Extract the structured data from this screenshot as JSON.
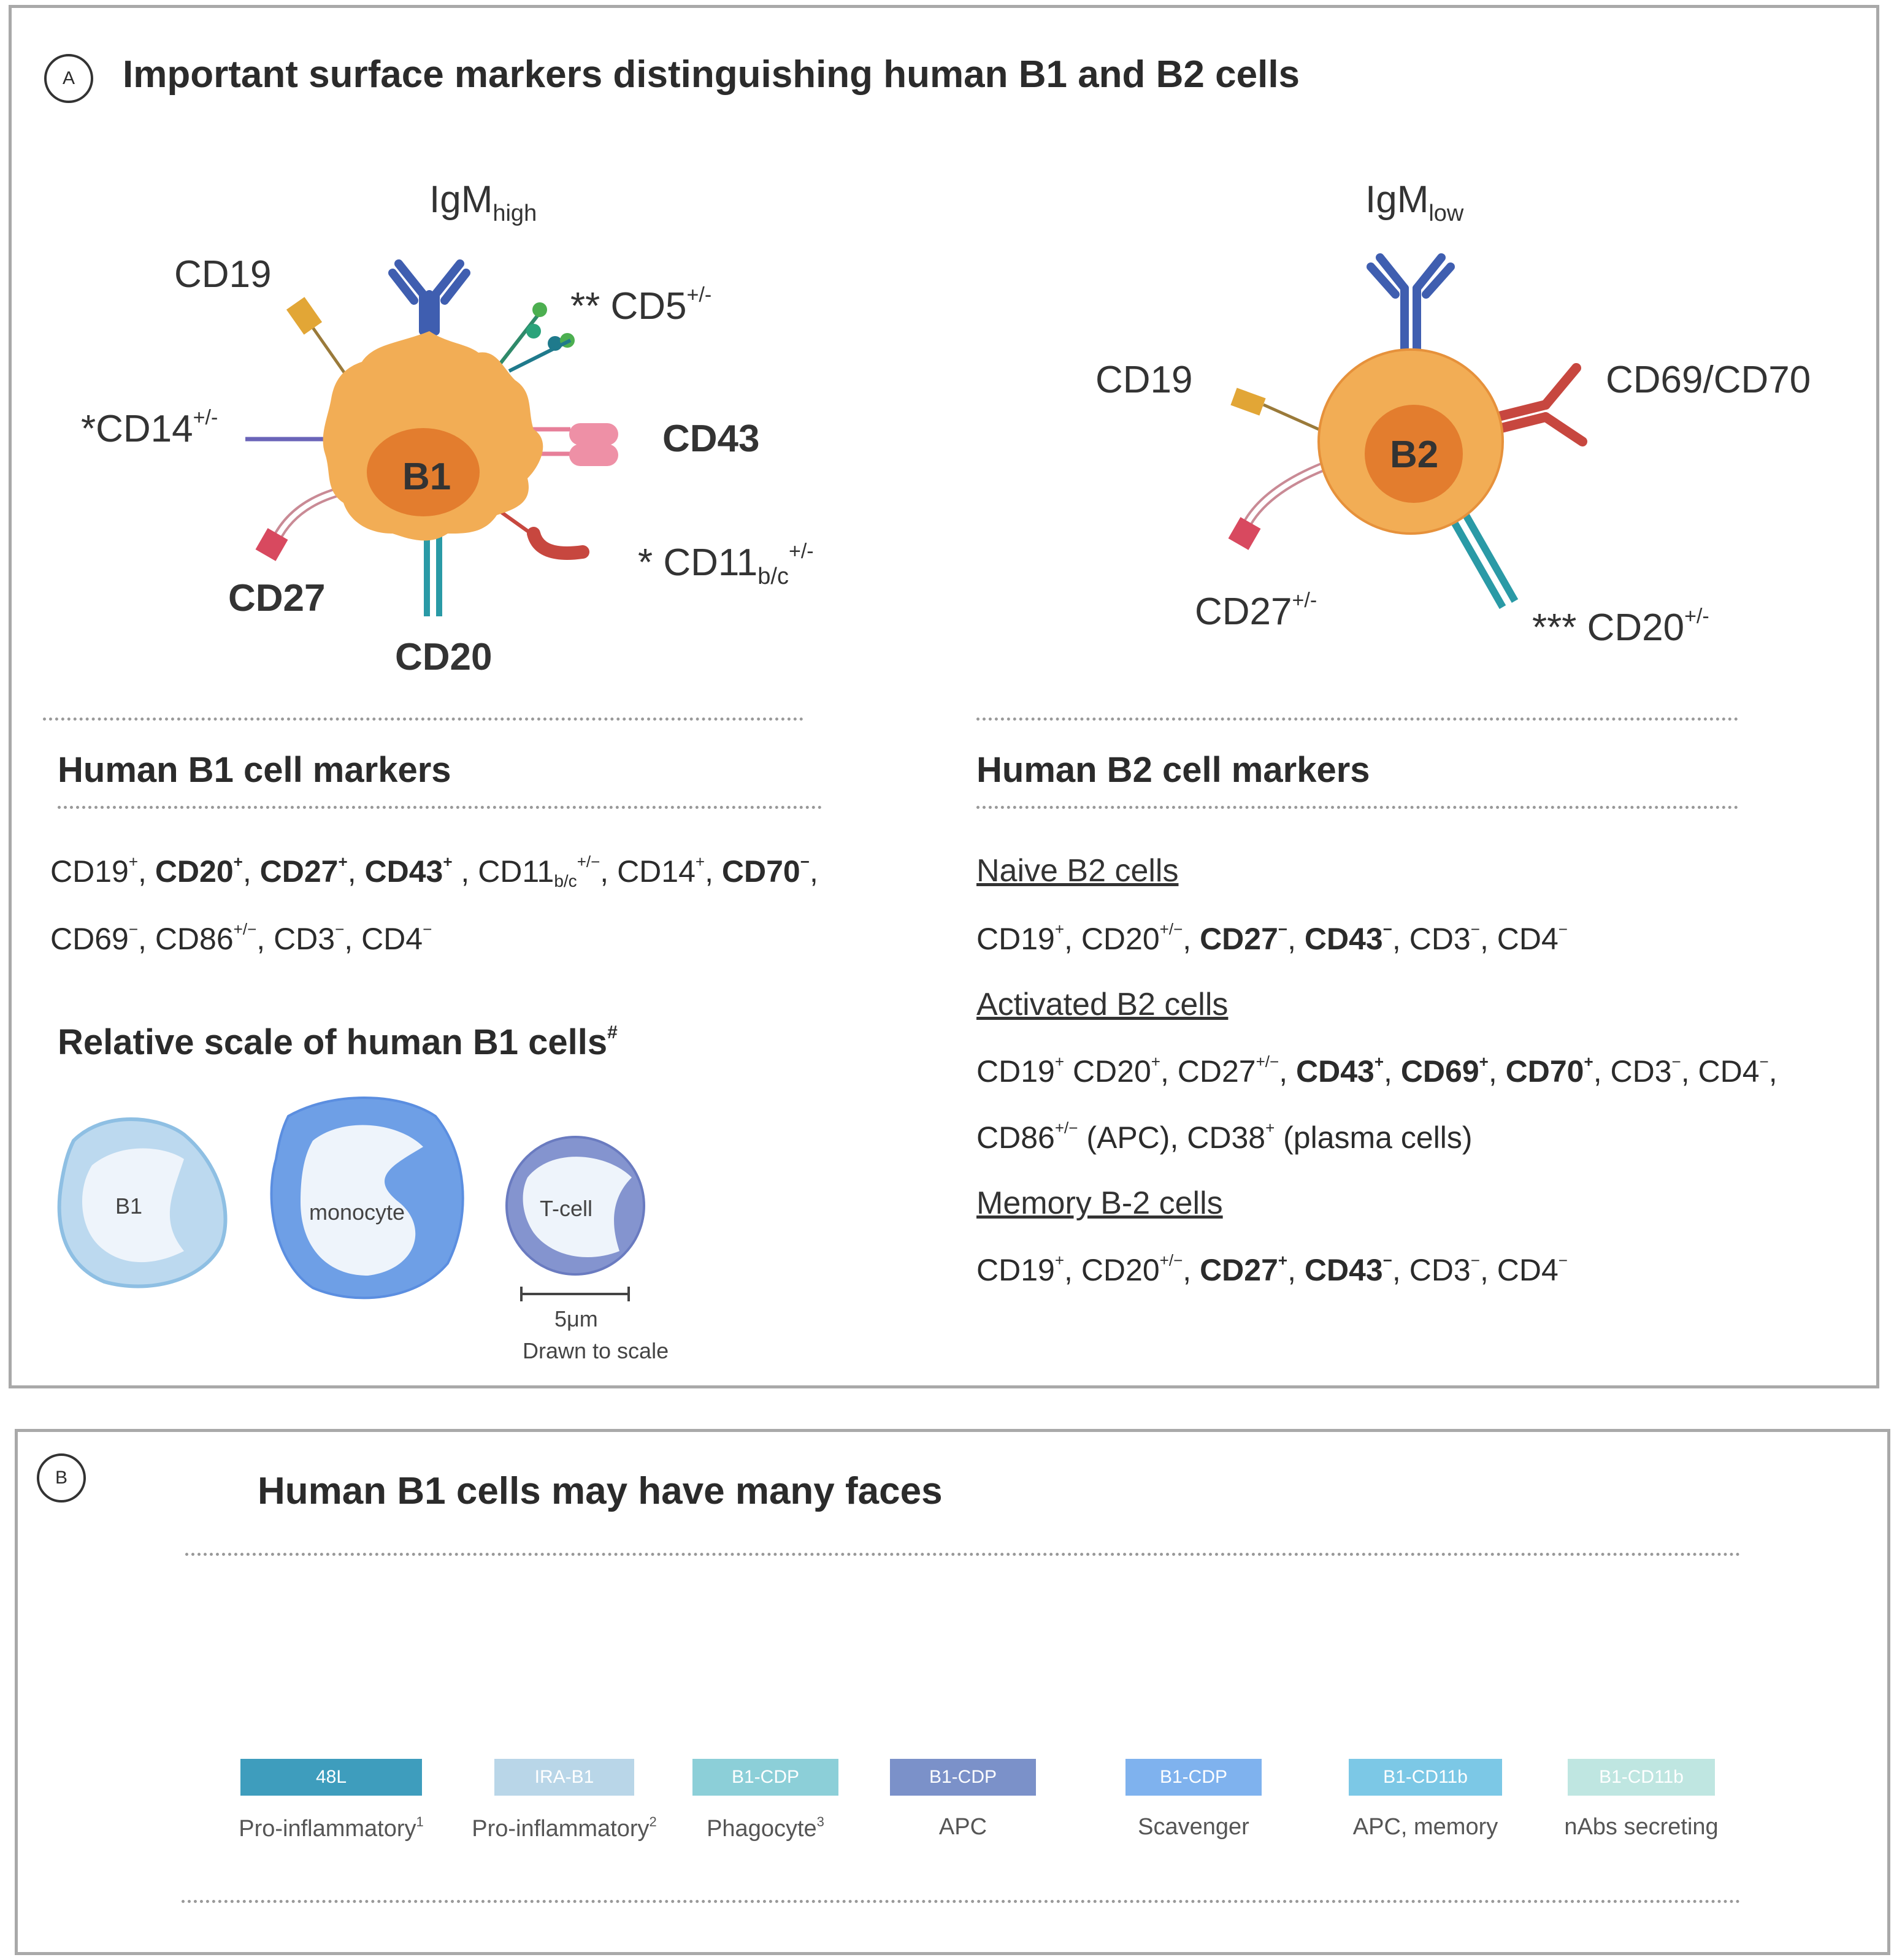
{
  "panel_a": {
    "letter": "A",
    "title": "Important surface markers distinguishing human B1 and B2 cells",
    "b1_cell": {
      "nucleus_label": "B1",
      "igm": "IgM",
      "igm_sub": "high",
      "cd19": "CD19",
      "cd5": "** CD5",
      "cd5_sup": "+/-",
      "cd14": "*CD14",
      "cd14_sup": "+/-",
      "cd43": "CD43",
      "cd11": "* CD11",
      "cd11_sub": "b/c",
      "cd11_sup": "+/-",
      "cd27": "CD27",
      "cd20": "CD20"
    },
    "b2_cell": {
      "nucleus_label": "B2",
      "igm": "IgM",
      "igm_sub": "low",
      "cd19": "CD19",
      "cd69_70": "CD69/CD70",
      "cd27": "CD27",
      "cd27_sup": "+/-",
      "cd20": "*** CD20",
      "cd20_sup": "+/-"
    },
    "b1_markers": {
      "heading": "Human B1 cell markers",
      "line1": [
        {
          "t": "CD19",
          "s": "+",
          "bold": false,
          "sep": ", "
        },
        {
          "t": "CD20",
          "s": "+",
          "bold": true,
          "sep": ", "
        },
        {
          "t": "CD27",
          "s": "+",
          "bold": true,
          "sep": ", "
        },
        {
          "t": "CD43",
          "s": "+",
          "bold": true,
          "sep": " , "
        },
        {
          "t": "CD11",
          "sub": "b/c",
          "s": "+/−",
          "bold": false,
          "sep": ", "
        },
        {
          "t": "CD14",
          "s": "+",
          "bold": false,
          "sep": ", "
        },
        {
          "t": "CD70",
          "s": "−",
          "bold": true,
          "sep": ","
        }
      ],
      "line2": [
        {
          "t": "CD69",
          "s": "−",
          "bold": false,
          "sep": ", "
        },
        {
          "t": "CD86",
          "s": "+/−",
          "bold": false,
          "sep": ", "
        },
        {
          "t": "CD3",
          "s": "−",
          "bold": false,
          "sep": ", "
        },
        {
          "t": "CD4",
          "s": "−",
          "bold": false,
          "sep": ""
        }
      ]
    },
    "relative_scale": {
      "heading": "Relative scale of human B1 cells",
      "heading_sup": "#",
      "cells": [
        "B1",
        "monocyte",
        "T-cell"
      ],
      "scale_value": "5μm",
      "scale_note": "Drawn to scale"
    },
    "b2_markers": {
      "heading": "Human B2 cell markers",
      "naive_title": "Naive B2 cells",
      "naive": [
        {
          "t": "CD19",
          "s": "+",
          "bold": false,
          "sep": ", "
        },
        {
          "t": "CD20",
          "s": "+/−",
          "bold": false,
          "sep": ", "
        },
        {
          "t": "CD27",
          "s": "−",
          "bold": true,
          "sep": ", "
        },
        {
          "t": "CD43",
          "s": "−",
          "bold": true,
          "sep": ", "
        },
        {
          "t": "CD3",
          "s": "−",
          "bold": false,
          "sep": ", "
        },
        {
          "t": "CD4",
          "s": "−",
          "bold": false,
          "sep": ""
        }
      ],
      "activated_title": "Activated B2 cells",
      "activated1": [
        {
          "t": "CD19",
          "s": "+",
          "bold": false,
          "sep": " "
        },
        {
          "t": "CD20",
          "s": "+",
          "bold": false,
          "sep": ", "
        },
        {
          "t": "CD27",
          "s": "+/−",
          "bold": false,
          "sep": ", "
        },
        {
          "t": "CD43",
          "s": "+",
          "bold": true,
          "sep": ", "
        },
        {
          "t": "CD69",
          "s": "+",
          "bold": true,
          "sep": ", "
        },
        {
          "t": "CD70",
          "s": "+",
          "bold": true,
          "sep": ", "
        },
        {
          "t": "CD3",
          "s": "−",
          "bold": false,
          "sep": ", "
        },
        {
          "t": "CD4",
          "s": "−",
          "bold": false,
          "sep": ","
        }
      ],
      "activated2": [
        {
          "t": "CD86",
          "s": "+/−",
          "bold": false,
          "sep": " (APC), "
        },
        {
          "t": "CD38",
          "s": "+",
          "bold": false,
          "sep": " (plasma cells)"
        }
      ],
      "memory_title": "Memory B-2 cells",
      "memory": [
        {
          "t": "CD19",
          "s": "+",
          "bold": false,
          "sep": ", "
        },
        {
          "t": "CD20",
          "s": "+/−",
          "bold": false,
          "sep": ", "
        },
        {
          "t": "CD27",
          "s": "+",
          "bold": true,
          "sep": ", "
        },
        {
          "t": "CD43",
          "s": "−",
          "bold": true,
          "sep": ", "
        },
        {
          "t": "CD3",
          "s": "−",
          "bold": false,
          "sep": ", "
        },
        {
          "t": "CD4",
          "s": "−",
          "bold": false,
          "sep": ""
        }
      ]
    }
  },
  "panel_b": {
    "letter": "B",
    "title": "Human B1 cells may have many faces",
    "faces": [
      {
        "bar": "48L",
        "caption": "Pro-inflammatory",
        "sup": "1",
        "color": "#3e9dbd"
      },
      {
        "bar": "IRA-B1",
        "caption": "Pro-inflammatory",
        "sup": "2",
        "color": "#b9d6e8"
      },
      {
        "bar": "B1-CDP",
        "caption": "Phagocyte",
        "sup": "3",
        "color": "#8ccfd8"
      },
      {
        "bar": "B1-CDP",
        "caption": "APC",
        "sup": "",
        "color": "#7b91c9"
      },
      {
        "bar": "B1-CDP",
        "caption": "Scavenger",
        "sup": "",
        "color": "#7fb2ee"
      },
      {
        "bar": "B1-CD11b",
        "caption": "APC, memory",
        "sup": "",
        "color": "#7cc8e6"
      },
      {
        "bar": "B1-CD11b",
        "caption": "nAbs secreting",
        "sup": "",
        "color": "#bfe6e1"
      }
    ]
  },
  "colors": {
    "cell_orange": "#f2ad55",
    "nucleus_orange": "#e37d2e",
    "igm_blue": "#3f5eb0",
    "teal": "#2a9aa6",
    "red": "#c7473f",
    "pink": "#e77f99"
  }
}
